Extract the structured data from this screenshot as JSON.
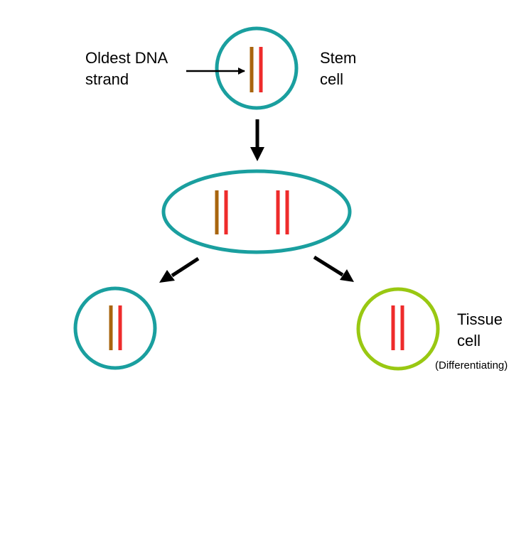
{
  "labels": {
    "oldest_dna_line1": "Oldest DNA",
    "oldest_dna_line2": "strand",
    "stem_cell_line1": "Stem",
    "stem_cell_line2": "cell",
    "tissue_cell_line1": "Tissue",
    "tissue_cell_line2": "cell",
    "tissue_cell_note": "(Differentiating)"
  },
  "colors": {
    "stem_cell_outline": "#1a9f9f",
    "tissue_cell_outline": "#99c812",
    "old_strand": "#a8650e",
    "new_strand": "#ee2b2b",
    "arrow": "#000000"
  }
}
